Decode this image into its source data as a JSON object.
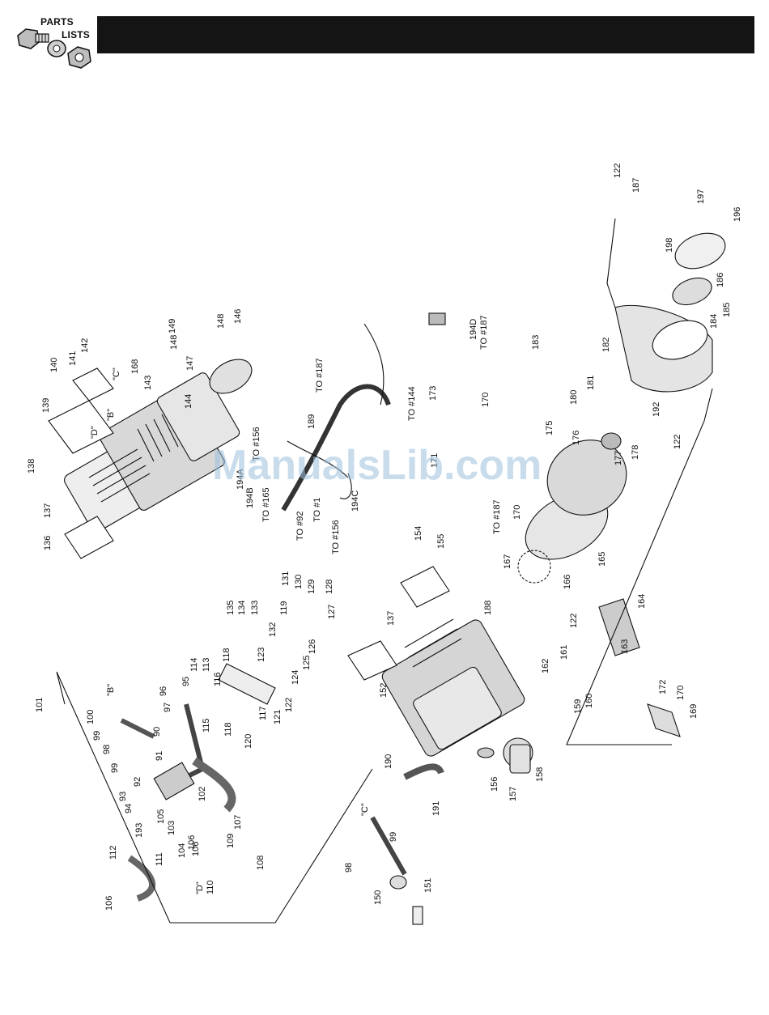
{
  "header": {
    "logo_line1": "PARTS",
    "logo_line2": "LISTS",
    "bar_color": "#141414"
  },
  "watermark": "ManualsLib.com",
  "callouts": {
    "left_group": [
      "101",
      "\"B\"",
      "100",
      "99",
      "98",
      "99",
      "93",
      "94",
      "193",
      "92",
      "91",
      "105",
      "103",
      "104",
      "106",
      "90",
      "97",
      "96",
      "95",
      "114",
      "113",
      "116",
      "115",
      "118",
      "118",
      "120",
      "117",
      "121",
      "122",
      "123",
      "124",
      "125",
      "126",
      "119",
      "132",
      "133",
      "134",
      "135",
      "131",
      "130",
      "129",
      "128",
      "127",
      "102",
      "106",
      "107",
      "109",
      "110",
      "108",
      "111",
      "112",
      "106",
      "\"D\""
    ],
    "top_left_engine": [
      "149",
      "148",
      "146",
      "148",
      "147",
      "144",
      "140",
      "141",
      "142",
      "\"C\"",
      "168",
      "143",
      "139",
      "\"B\"",
      "\"D\"",
      "138",
      "137",
      "136"
    ],
    "harness": [
      "TO #187",
      "189",
      "TO #156",
      "194A",
      "194B",
      "TO #165",
      "TO #92",
      "TO #1",
      "TO #156",
      "194C",
      "TO #144"
    ],
    "center_right": [
      "194D",
      "TO #187",
      "173",
      "170",
      "171",
      "175",
      "176",
      "177",
      "178",
      "TO #187",
      "170",
      "167",
      "166",
      "165",
      "154",
      "155",
      "137",
      "188",
      "152",
      "122",
      "162",
      "161",
      "160",
      "159",
      "156",
      "157",
      "158",
      "190",
      "191",
      "\"C\"",
      "99",
      "98",
      "150",
      "151"
    ],
    "right_group": [
      "122",
      "187",
      "197",
      "196",
      "198",
      "186",
      "185",
      "184",
      "183",
      "182",
      "181",
      "180",
      "192",
      "122",
      "164",
      "163",
      "172",
      "170",
      "169"
    ]
  }
}
